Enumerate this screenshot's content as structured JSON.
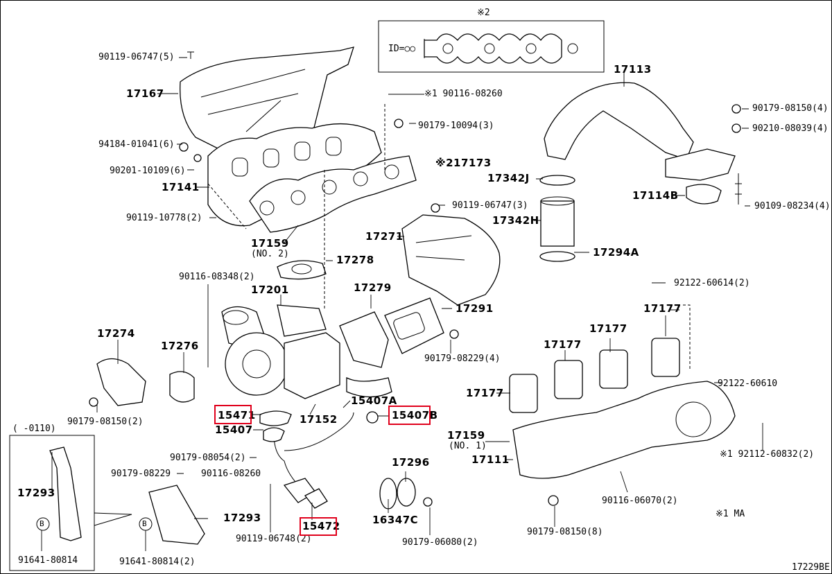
{
  "diagram": {
    "code": "17229BE",
    "footnote_1": "※1  MA",
    "note_2_marker": "※2",
    "inset_id": "ID=○○",
    "inset_range": "( -0110)",
    "highlight_color": "#e0001b"
  },
  "labels": {
    "p90119_06747_5": "90119-06747(5)",
    "p17167": "17167",
    "p90116_08260": "※1 90116-08260",
    "p90179_10094_3": "90179-10094(3)",
    "p94184_01041_6": "94184-01041(6)",
    "p90201_10109_6": "90201-10109(6)",
    "p17141": "17141",
    "p17173": "※217173",
    "p90119_10778_2": "90119-10778(2)",
    "p17159_no2": "17159",
    "p17159_no2_sub": "(NO. 2)",
    "p17278": "17278",
    "p17271": "17271",
    "p90119_06747_3": "90119-06747(3)",
    "p17113": "17113",
    "p90179_08150_4": "90179-08150(4)",
    "p90210_08039_4": "90210-08039(4)",
    "p17342j": "17342J",
    "p17114b": "17114B",
    "p90109_08234_4": "90109-08234(4)",
    "p17342h": "17342H",
    "p17294a": "17294A",
    "p90116_08348_2": "90116-08348(2)",
    "p17201": "17201",
    "p17279": "17279",
    "p17291": "17291",
    "p92122_60614_2": "92122-60614(2)",
    "p17274": "17274",
    "p17276": "17276",
    "p90179_08229_4": "90179-08229(4)",
    "p17177_a": "17177",
    "p17177_b": "17177",
    "p17177_c": "17177",
    "p17177_d": "17177",
    "p92122_60610": "92122-60610",
    "p90179_08150_2": "90179-08150(2)",
    "p15471": "15471",
    "p15407a": "15407A",
    "p17152": "17152",
    "p15407b": "15407B",
    "p15407": "15407",
    "p17159_no1": "17159",
    "p17159_no1_sub": "(NO. 1)",
    "p17111": "17111",
    "p92112_60832_2": "※1 92112-60832(2)",
    "p90179_08054_2": "90179-08054(2)",
    "p90179_08229": "90179-08229",
    "p90116_08260b": "90116-08260",
    "p17296": "17296",
    "p17293_a": "17293",
    "p17293_b": "17293",
    "p16347c": "16347C",
    "p90116_06070_2": "90116-06070(2)",
    "p15472": "15472",
    "p90119_06748_2": "90119-06748(2)",
    "p90179_06080_2": "90179-06080(2)",
    "p90179_08150_8": "90179-08150(8)",
    "p91641_80814": "91641-80814",
    "p91641_80814_2": "91641-80814(2)",
    "b_marker": "B"
  }
}
